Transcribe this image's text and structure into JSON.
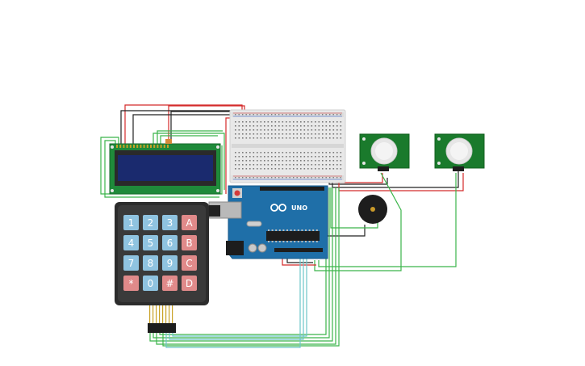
{
  "colors": {
    "background": "#ffffff",
    "wire_red": "#d42a2a",
    "wire_black": "#222222",
    "wire_green": "#3bb54a",
    "wire_teal": "#6cc5c8",
    "board_blue": "#1f6fa8",
    "pcb_green": "#1a7a2c",
    "lcd_screen": "#1a2a6e",
    "keypad_body": "#2c2c2c",
    "key_blue": "#8fc3e0",
    "key_red": "#e08a8a"
  },
  "arduino": {
    "model_label": "UNO"
  },
  "keypad": {
    "keys": [
      {
        "label": "1",
        "type": "num"
      },
      {
        "label": "2",
        "type": "num"
      },
      {
        "label": "3",
        "type": "num"
      },
      {
        "label": "A",
        "type": "func"
      },
      {
        "label": "4",
        "type": "num"
      },
      {
        "label": "5",
        "type": "num"
      },
      {
        "label": "6",
        "type": "num"
      },
      {
        "label": "B",
        "type": "func"
      },
      {
        "label": "7",
        "type": "num"
      },
      {
        "label": "8",
        "type": "num"
      },
      {
        "label": "9",
        "type": "num"
      },
      {
        "label": "C",
        "type": "func"
      },
      {
        "label": "*",
        "type": "func"
      },
      {
        "label": "0",
        "type": "num"
      },
      {
        "label": "#",
        "type": "func"
      },
      {
        "label": "D",
        "type": "func"
      }
    ]
  },
  "components": {
    "lcd": "lcd-16x2",
    "breadboard": "mini-breadboard",
    "pir_sensors": 2,
    "buzzer": "piezo-buzzer"
  }
}
